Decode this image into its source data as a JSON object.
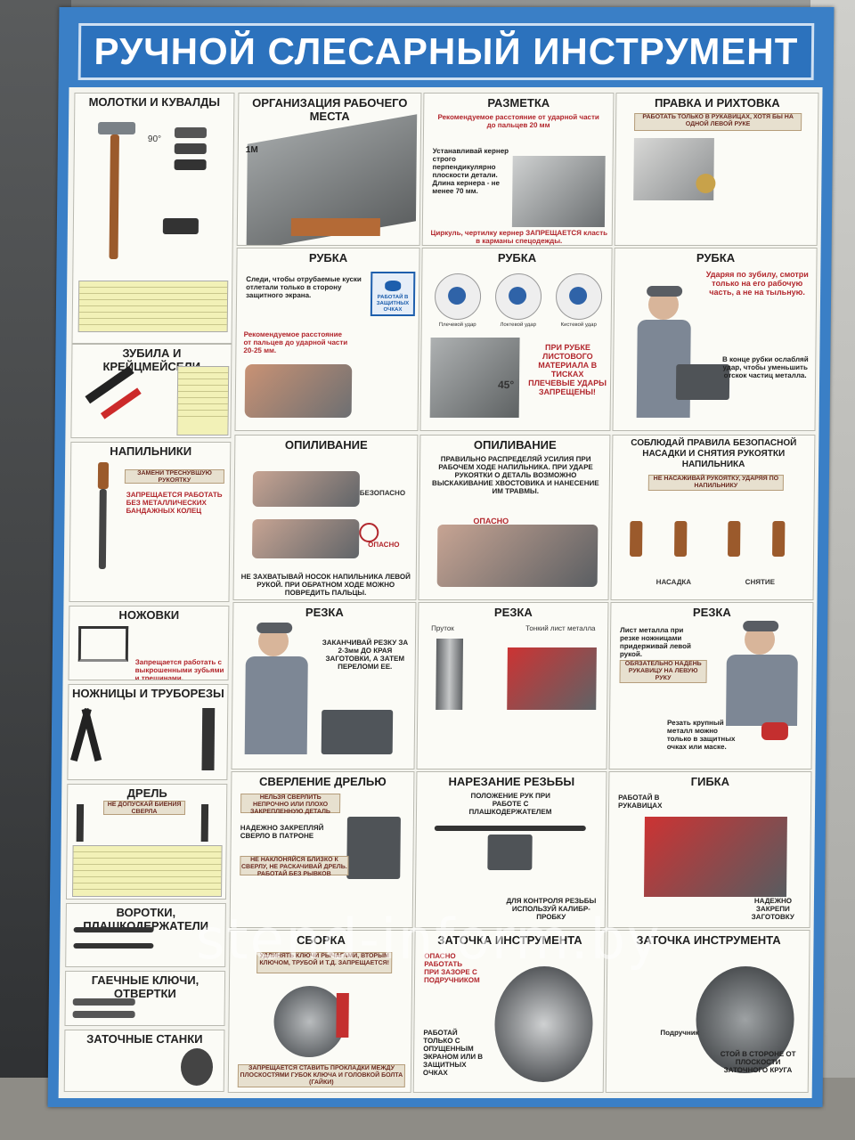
{
  "title": "РУЧНОЙ СЛЕСАРНЫЙ ИНСТРУМЕНТ",
  "sidebar": {
    "hammers": "МОЛОТКИ И КУВАЛДЫ",
    "chisels": "ЗУБИЛА И КРЕЙЦМЕЙСЕЛИ",
    "files": "НАПИЛЬНИКИ",
    "hacksaws": "НОЖОВКИ",
    "shears": "НОЖНИЦЫ И ТРУБОРЕЗЫ",
    "drill": "ДРЕЛЬ",
    "wrenches_taps": "ВОРОТКИ, ПЛАШКОДЕРЖАТЕЛИ",
    "spanners": "ГАЕЧНЫЕ КЛЮЧИ, ОТВЕРТКИ",
    "grinders": "ЗАТОЧНЫЕ СТАНКИ",
    "angle": "90°",
    "files_warn": "ЗАПРЕЩАЕТСЯ РАБОТАТЬ БЕЗ МЕТАЛЛИЧЕСКИХ БАНДАЖНЫХ КОЛЕЦ",
    "files_note": "ЗАМЕНИ ТРЕСНУВШУЮ РУКОЯТКУ",
    "hacksaw_warn": "Запрещается работать с выкрошенными зубьями и трещинами.",
    "drill_warn": "НЕ ДОПУСКАЙ БИЕНИЯ СВЕРЛА"
  },
  "panels": {
    "workplace": "ОРГАНИЗАЦИЯ РАБОЧЕГО МЕСТА",
    "workplace_label": "1М",
    "marking": "РАЗМЕТКА",
    "marking_text": "Рекомендуемое расстояние от ударной части до пальцев 20 мм",
    "marking_text2": "Устанавливай кернер строго перпендикулярно плоскости детали. Длина кернера - не менее 70 мм.",
    "marking_warn": "Циркуль, чертилку кернер ЗАПРЕЩАЕТСЯ класть в карманы спецодежды.",
    "straightening": "ПРАВКА И РИХТОВКА",
    "straightening_warn": "РАБОТАТЬ ТОЛЬКО В РУКАВИЦАХ, ХОТЯ БЫ НА ОДНОЙ ЛЕВОЙ РУКЕ",
    "chopping1": "РУБКА",
    "chopping1_text": "Следи, чтобы отрубаемые куски отлетали только в сторону защитного экрана.",
    "chopping1_badge": "РАБОТАЙ В ЗАЩИТНЫХ ОЧКАХ",
    "chopping1_red": "Рекомендуемое расстояние от пальцев до ударной части 20-25 мм.",
    "chopping2": "РУБКА",
    "chopping2_angle": "45°",
    "chopping2_red": "ПРИ РУБКЕ ЛИСТОВОГО МАТЕРИАЛА В ТИСКАХ ПЛЕЧЕВЫЕ УДАРЫ ЗАПРЕЩЕНЫ!",
    "chopping2_l1": "Плечевой удар",
    "chopping2_l2": "Локтевой удар",
    "chopping2_l3": "Кистевой удар",
    "chopping3": "РУБКА",
    "chopping3_red": "Ударяя по зубилу, смотри только на его рабочую часть, а не на тыльную.",
    "chopping3_text": "В конце рубки ослабляй удар, чтобы уменьшить отскок частиц металла.",
    "filing1": "ОПИЛИВАНИЕ",
    "filing1_safe": "БЕЗОПАСНО",
    "filing1_danger": "ОПАСНО",
    "filing1_text": "НЕ ЗАХВАТЫВАЙ НОСОК НАПИЛЬНИКА ЛЕВОЙ РУКОЙ. ПРИ ОБРАТНОМ ХОДЕ МОЖНО ПОВРЕДИТЬ ПАЛЬЦЫ.",
    "filing2": "ОПИЛИВАНИЕ",
    "filing2_text": "ПРАВИЛЬНО РАСПРЕДЕЛЯЙ УСИЛИЯ ПРИ РАБОЧЕМ ХОДЕ НАПИЛЬНИКА. ПРИ УДАРЕ РУКОЯТКИ О ДЕТАЛЬ ВОЗМОЖНО ВЫСКАКИВАНИЕ ХВОСТОВИКА И НАНЕСЕНИЕ ИМ ТРАВМЫ.",
    "filing2_danger": "ОПАСНО",
    "handle_rules": "СОБЛЮДАЙ ПРАВИЛА БЕЗОПАСНОЙ НАСАДКИ И СНЯТИЯ РУКОЯТКИ НАПИЛЬНИКА",
    "handle_rules_warn": "НЕ НАСАЖИВАЙ РУКОЯТКУ, УДАРЯЯ ПО НАПИЛЬНИКУ",
    "handle_rules_l1": "НАСАДКА",
    "handle_rules_l2": "СНЯТИЕ",
    "cutting1": "РЕЗКА",
    "cutting1_text": "ЗАКАНЧИВАЙ РЕЗКУ ЗА 2-3мм ДО КРАЯ ЗАГОТОВКИ, А ЗАТЕМ ПЕРЕЛОМИ ЕЕ.",
    "cutting2": "РЕЗКА",
    "cutting2_l1": "Пруток",
    "cutting2_l2": "Тонкий лист металла",
    "cutting3": "РЕЗКА",
    "cutting3_text": "Лист металла при резке ножницами придерживай левой рукой.",
    "cutting3_warn": "ОБЯЗАТЕЛЬНО НАДЕНЬ РУКАВИЦУ НА ЛЕВУЮ РУКУ",
    "cutting3_text2": "Резать крупный металл можно только в защитных очках или маске.",
    "drilling": "СВЕРЛЕНИЕ ДРЕЛЬЮ",
    "drilling_warn": "НЕЛЬЗЯ СВЕРЛИТЬ НЕПРОЧНО ИЛИ ПЛОХО ЗАКРЕПЛЕННУЮ ДЕТАЛЬ",
    "drilling_text": "НАДЕЖНО ЗАКРЕПЛЯЙ СВЕРЛО В ПАТРОНЕ",
    "drilling_warn2": "НЕ НАКЛОНЯЙСЯ БЛИЗКО К СВЕРЛУ, НЕ РАСКАЧИВАЙ ДРЕЛЬ. РАБОТАЙ БЕЗ РЫВКОВ",
    "threading": "НАРЕЗАНИЕ РЕЗЬБЫ",
    "threading_text": "ПОЛОЖЕНИЕ РУК ПРИ РАБОТЕ С ПЛАШКОДЕРЖАТЕЛЕМ",
    "threading_text2": "ДЛЯ КОНТРОЛЯ РЕЗЬБЫ ИСПОЛЬЗУЙ КАЛИБР-ПРОБКУ",
    "bending": "ГИБКА",
    "bending_text": "РАБОТАЙ В РУКАВИЦАХ",
    "bending_text2": "НАДЕЖНО ЗАКРЕПИ ЗАГОТОВКУ",
    "assembly": "СБОРКА",
    "assembly_warn": "УДЛИНЯТЬ КЛЮЧИ РЫЧАГАМИ, ВТОРЫМ КЛЮЧОМ, ТРУБОЙ И Т.Д. ЗАПРЕЩАЕТСЯ!",
    "assembly_warn2": "ЗАПРЕЩАЕТСЯ СТАВИТЬ ПРОКЛАДКИ МЕЖДУ ПЛОСКОСТЯМИ ГУБОК КЛЮЧА И ГОЛОВКОЙ БОЛТА (ГАЙКИ)",
    "sharpening1": "ЗАТОЧКА ИНСТРУМЕНТА",
    "sharpening1_red": "ОПАСНО РАБОТАТЬ ПРИ ЗАЗОРЕ С ПОДРУЧНИКОМ",
    "sharpening1_text": "РАБОТАЙ ТОЛЬКО С ОПУЩЕННЫМ ЭКРАНОМ ИЛИ В ЗАЩИТНЫХ ОЧКАХ",
    "sharpening2": "ЗАТОЧКА ИНСТРУМЕНТА",
    "sharpening2_text": "СТОЙ В СТОРОНЕ ОТ ПЛОСКОСТИ ЗАТОЧНОГО КРУГА",
    "sharpening2_label": "Подручник"
  },
  "watermark": "stend-inform.by"
}
